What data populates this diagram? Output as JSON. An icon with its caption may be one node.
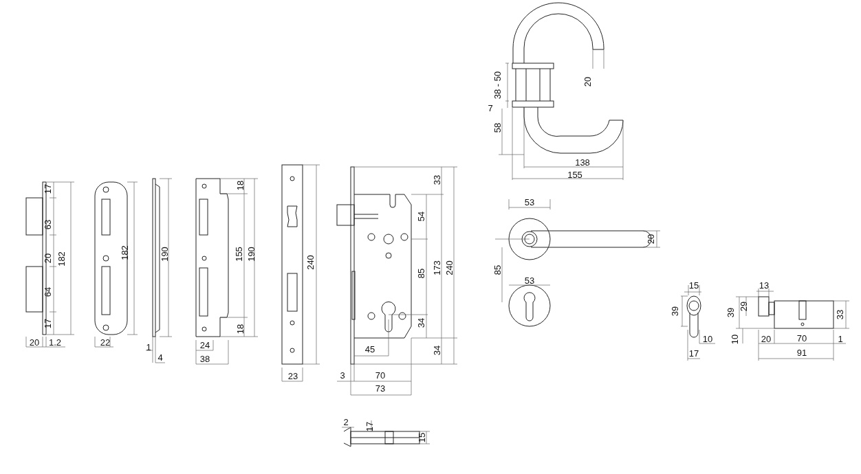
{
  "diagram": {
    "labels": [
      "17",
      "63",
      "20",
      "182",
      "64",
      "17",
      "20",
      "1.2",
      "182",
      "22",
      "190",
      "1",
      "4",
      "18",
      "155",
      "190",
      "18",
      "24",
      "38",
      "240",
      "23",
      "33",
      "54",
      "85",
      "173",
      "240",
      "34",
      "34",
      "45",
      "3",
      "70",
      "73",
      "2",
      "17",
      "15",
      "20",
      "38 - 50",
      "7",
      "58",
      "138",
      "155",
      "53",
      "20",
      "85",
      "53",
      "15",
      "39",
      "10",
      "17",
      "13",
      "39",
      "29",
      "33",
      "10",
      "20",
      "70",
      "1",
      "91"
    ]
  }
}
